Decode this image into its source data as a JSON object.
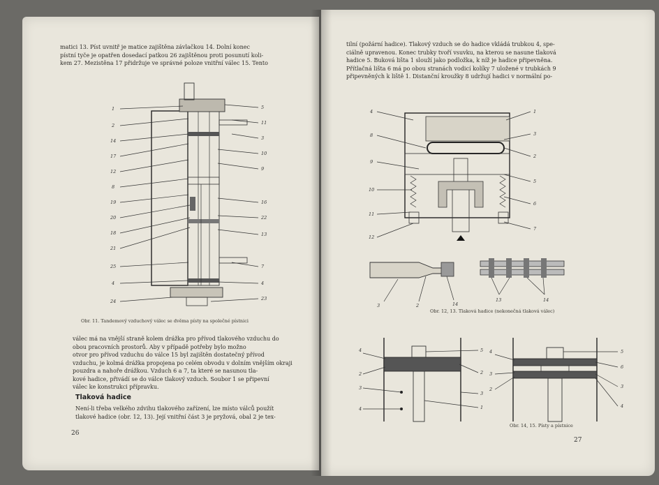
{
  "left_page": {
    "top_text": [
      "matici 13. Píst uvnitř je matice zajištěna závlačkou 14. Dolní konec",
      "pístní tyče je opatřen dosedací patkou 26 zajištěnou proti posunutí koli-",
      "kem 27. Mezistěna 17 přidržuje ve správné poloze vnitřní válec 15. Tento"
    ],
    "figure_caption": "Obr. 11. Tandemový vzduchový válec se dvěma písty na společné pístnici",
    "left_labels": [
      "1",
      "2",
      "14",
      "17",
      "12",
      "8",
      "19",
      "20",
      "18",
      "21",
      "25",
      "4",
      "24"
    ],
    "right_labels": [
      "5",
      "11",
      "3",
      "10",
      "9",
      "16",
      "22",
      "13",
      "7",
      "4",
      "23"
    ],
    "bottom_text": [
      "válec má na vnější straně kolem drážka pro přívod tlakového vzduchu do",
      "obou pracovních prostorů. Aby v případě potřeby bylo možno",
      "otvor pro přívod vzduchu do válce 15 byl zajištěn dostatečný přívod",
      "vzduchu, je kolmá drážka propojena po celém obvodu v dolním vnějším okraji",
      "pouzdra a nahoře drážkou. Vzduch 6 a 7, ta které se nasunou tla-",
      "kové hadice, přivádí se do válce tlakový vzduch. Soubor 1 se připevní",
      "válec ke konstrukci přípravku."
    ],
    "section_heading": "Tlaková hadice",
    "section_text": [
      "Není-li třeba velkého zdvihu tlakového zařízení, lze místo válců použít",
      "tlakové hadice (obr. 12, 13). Její vnitřní část 3 je pryžová, obal 2 je tex-"
    ],
    "page_number": "26"
  },
  "right_page": {
    "top_text": [
      "tilní (požární hadice). Tlakový vzduch se do hadice vkládá trubkou 4, spe-",
      "ciálně upravenou. Konec trubky tvoří vsuvku, na kterou se nasune tlaková",
      "hadice 5. Buková lišta 1 slouží jako podložka, k níž je hadice připevněna.",
      "Přítlačná lišta 6 má po obou stranách vodicí kolíky 7 uložené v trubkách 9",
      "připevněných k liště 1. Distanční kroužky 8 udržují hadici v normální po-"
    ],
    "fig12_labels_left": [
      "4",
      "8",
      "9",
      "10",
      "11",
      "12"
    ],
    "fig12_labels_right": [
      "1",
      "3",
      "2",
      "5",
      "6",
      "7"
    ],
    "fig13_labels": [
      "3",
      "2",
      "14",
      "13",
      "14"
    ],
    "fig1213_caption": "Obr. 12, 13. Tlaková hadice (nekonečná tlaková válec)",
    "fig14_labels_left": [
      "4",
      "2",
      "3",
      "4"
    ],
    "fig14_labels_right": [
      "5",
      "2",
      "3",
      "1"
    ],
    "fig15_labels_left": [
      "4",
      "3",
      "2"
    ],
    "fig15_labels_right": [
      "5",
      "6",
      "3",
      "4"
    ],
    "fig1415_caption": "Obr. 14, 15. Písty a pístnice",
    "page_number": "27"
  }
}
